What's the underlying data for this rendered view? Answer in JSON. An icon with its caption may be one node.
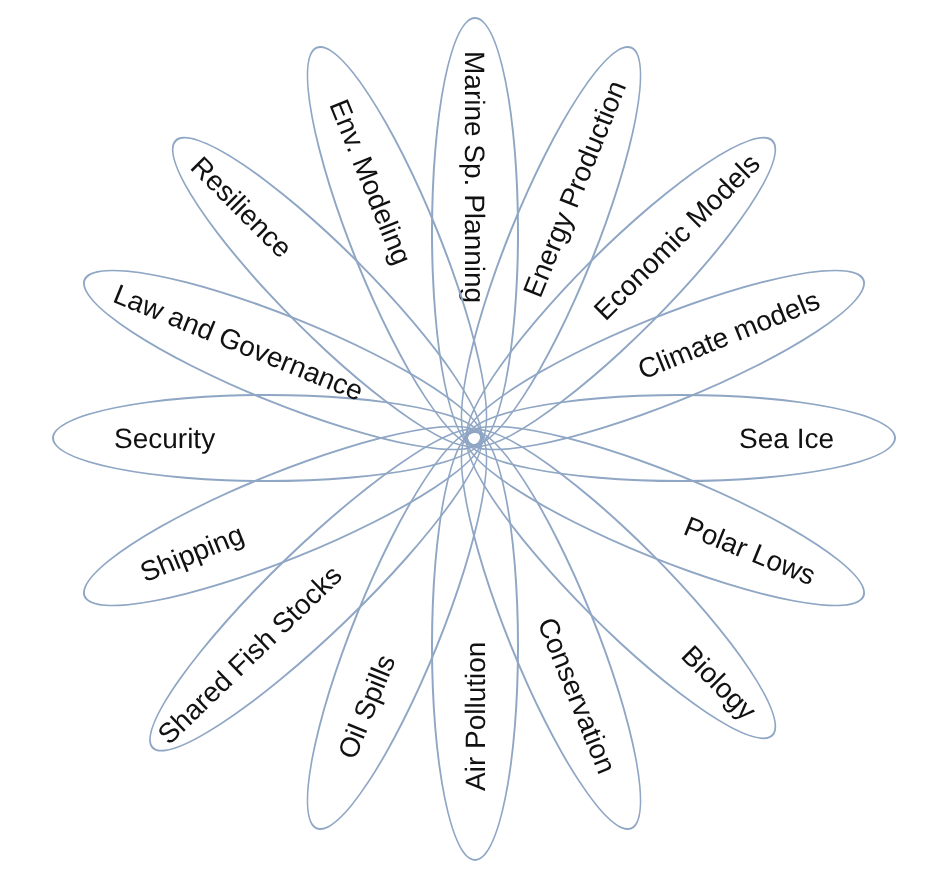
{
  "diagram": {
    "nodes": [
      {
        "text": [
          "Marine Sp. Planning"
        ]
      },
      {
        "text": [
          "Energy Production"
        ]
      },
      {
        "text": [
          "Economic Models"
        ]
      },
      {
        "text": [
          "Climate models"
        ]
      },
      {
        "text": [
          "Sea Ice"
        ]
      },
      {
        "text": [
          "Polar Lows"
        ]
      },
      {
        "text": [
          "Biology"
        ]
      },
      {
        "text": [
          "Conservation"
        ]
      },
      {
        "text": [
          "Air Pollution"
        ]
      },
      {
        "text": [
          "Oil Spills"
        ]
      },
      {
        "text": [
          "Shared Fish Stocks"
        ]
      },
      {
        "text": [
          "Shipping"
        ]
      },
      {
        "text": [
          "Security"
        ]
      },
      {
        "text": [
          "Law and Governance"
        ]
      },
      {
        "text": [
          "Resilience"
        ]
      },
      {
        "text": [
          "Env. Modeling"
        ]
      }
    ]
  }
}
